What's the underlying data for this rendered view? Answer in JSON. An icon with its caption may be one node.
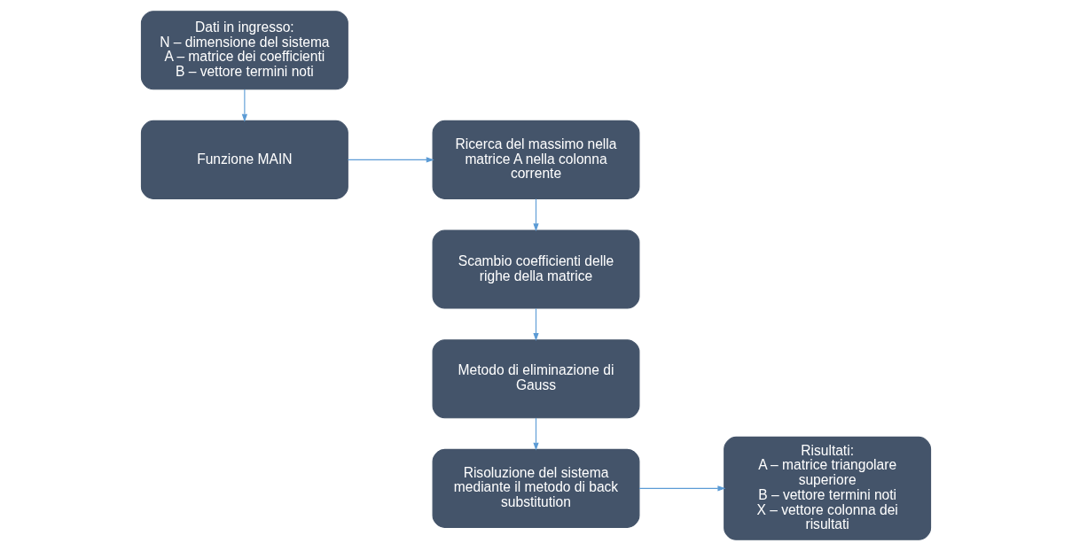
{
  "diagram": {
    "nodes": [
      {
        "text": [
          "Dati in ingresso:",
          "N – dimensione del sistema",
          "A – matrice dei coefficienti",
          "B – vettore termini noti"
        ]
      },
      {
        "text": [
          "Funzione MAIN"
        ]
      },
      {
        "text": [
          "Ricerca del massimo nella matrice A nella colonna corrente"
        ]
      },
      {
        "text": [
          "Scambio coefficienti delle righe della matrice"
        ]
      },
      {
        "text": [
          "Metodo di eliminazione di Gauss"
        ]
      },
      {
        "text": [
          "Risoluzione del sistema mediante il metodo di back substitution"
        ]
      },
      {
        "text": [
          "Risultati:",
          "A – matrice triangolare superiore",
          "B – vettore termini noti",
          "X – vettore colonna dei risultati"
        ]
      }
    ],
    "edges": [
      {
        "from": 0,
        "to": 1,
        "arrow": "to"
      },
      {
        "from": 1,
        "to": 2,
        "arrow": "to"
      },
      {
        "from": 2,
        "to": 3,
        "arrow": "to"
      },
      {
        "from": 3,
        "to": 4,
        "arrow": "to"
      },
      {
        "from": 4,
        "to": 5,
        "arrow": "to"
      },
      {
        "from": 5,
        "to": 6,
        "arrow": "to"
      }
    ]
  }
}
